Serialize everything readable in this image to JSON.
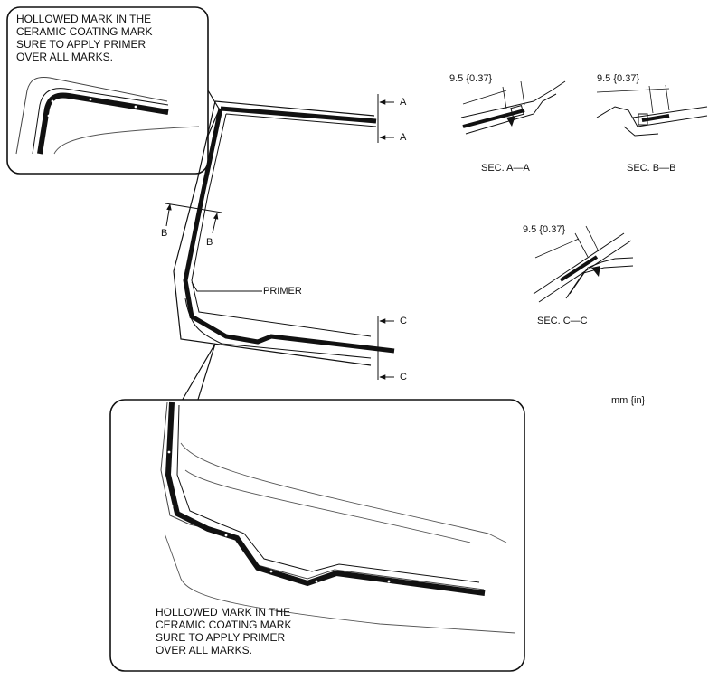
{
  "note_top": {
    "lines": [
      "HOLLOWED MARK IN THE",
      "CERAMIC COATING MARK",
      "SURE TO APPLY PRIMER",
      "OVER ALL MARKS."
    ]
  },
  "note_bottom": {
    "lines": [
      "HOLLOWED MARK IN THE",
      "CERAMIC COATING MARK",
      "SURE TO APPLY PRIMER",
      "OVER ALL MARKS."
    ]
  },
  "labels": {
    "primer": "PRIMER",
    "a": "A",
    "b": "B",
    "c": "C",
    "units": "mm {in}"
  },
  "sections": {
    "a": {
      "title": "SEC. A—A",
      "dimension": "9.5 {0.37}"
    },
    "b": {
      "title": "SEC. B—B",
      "dimension": "9.5 {0.37}"
    },
    "c": {
      "title": "SEC. C—C",
      "dimension": "9.5 {0.37}"
    }
  }
}
